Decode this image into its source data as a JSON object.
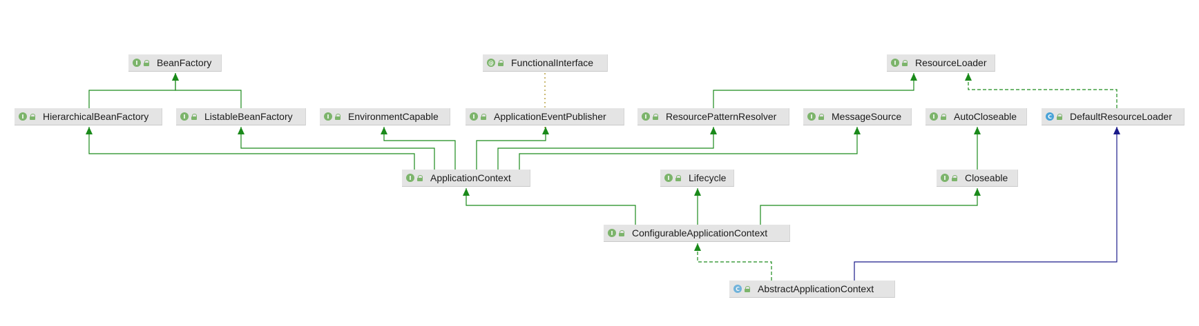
{
  "nodes": {
    "beanFactory": {
      "name": "BeanFactory",
      "kind": "interface",
      "badge": "I"
    },
    "functionalInterface": {
      "name": "FunctionalInterface",
      "kind": "annotation",
      "badge": "@"
    },
    "resourceLoader": {
      "name": "ResourceLoader",
      "kind": "interface",
      "badge": "I"
    },
    "hierarchicalBeanFactory": {
      "name": "HierarchicalBeanFactory",
      "kind": "interface",
      "badge": "I"
    },
    "listableBeanFactory": {
      "name": "ListableBeanFactory",
      "kind": "interface",
      "badge": "I"
    },
    "environmentCapable": {
      "name": "EnvironmentCapable",
      "kind": "interface",
      "badge": "I"
    },
    "applicationEventPublisher": {
      "name": "ApplicationEventPublisher",
      "kind": "interface",
      "badge": "I"
    },
    "resourcePatternResolver": {
      "name": "ResourcePatternResolver",
      "kind": "interface",
      "badge": "I"
    },
    "messageSource": {
      "name": "MessageSource",
      "kind": "interface",
      "badge": "I"
    },
    "autoCloseable": {
      "name": "AutoCloseable",
      "kind": "interface",
      "badge": "I"
    },
    "defaultResourceLoader": {
      "name": "DefaultResourceLoader",
      "kind": "class",
      "badge": "C"
    },
    "applicationContext": {
      "name": "ApplicationContext",
      "kind": "interface",
      "badge": "I"
    },
    "lifecycle": {
      "name": "Lifecycle",
      "kind": "interface",
      "badge": "I"
    },
    "closeable": {
      "name": "Closeable",
      "kind": "interface",
      "badge": "I"
    },
    "configurableApplicationContext": {
      "name": "ConfigurableApplicationContext",
      "kind": "interface",
      "badge": "I"
    },
    "abstractApplicationContext": {
      "name": "AbstractApplicationContext",
      "kind": "abstract-class",
      "badge": "C"
    }
  },
  "edges": [
    {
      "from": "hierarchicalBeanFactory",
      "to": "beanFactory",
      "type": "extends"
    },
    {
      "from": "listableBeanFactory",
      "to": "beanFactory",
      "type": "extends"
    },
    {
      "from": "applicationEventPublisher",
      "to": "functionalInterface",
      "type": "annotated"
    },
    {
      "from": "resourcePatternResolver",
      "to": "resourceLoader",
      "type": "extends"
    },
    {
      "from": "defaultResourceLoader",
      "to": "resourceLoader",
      "type": "implements"
    },
    {
      "from": "applicationContext",
      "to": "hierarchicalBeanFactory",
      "type": "extends"
    },
    {
      "from": "applicationContext",
      "to": "listableBeanFactory",
      "type": "extends"
    },
    {
      "from": "applicationContext",
      "to": "environmentCapable",
      "type": "extends"
    },
    {
      "from": "applicationContext",
      "to": "applicationEventPublisher",
      "type": "extends"
    },
    {
      "from": "applicationContext",
      "to": "resourcePatternResolver",
      "type": "extends"
    },
    {
      "from": "applicationContext",
      "to": "messageSource",
      "type": "extends"
    },
    {
      "from": "closeable",
      "to": "autoCloseable",
      "type": "extends"
    },
    {
      "from": "configurableApplicationContext",
      "to": "applicationContext",
      "type": "extends"
    },
    {
      "from": "configurableApplicationContext",
      "to": "lifecycle",
      "type": "extends"
    },
    {
      "from": "configurableApplicationContext",
      "to": "closeable",
      "type": "extends"
    },
    {
      "from": "abstractApplicationContext",
      "to": "configurableApplicationContext",
      "type": "implements"
    },
    {
      "from": "abstractApplicationContext",
      "to": "defaultResourceLoader",
      "type": "class-extends"
    }
  ],
  "colors": {
    "extends": "#1a8a1a",
    "implements": "#1a8a1a",
    "annotated": "#b8a040",
    "class-extends": "#1a1a8a",
    "node_bg": "#e4e4e4",
    "interface_badge": "#7cb46b",
    "class_badge": "#4aa3d8"
  }
}
